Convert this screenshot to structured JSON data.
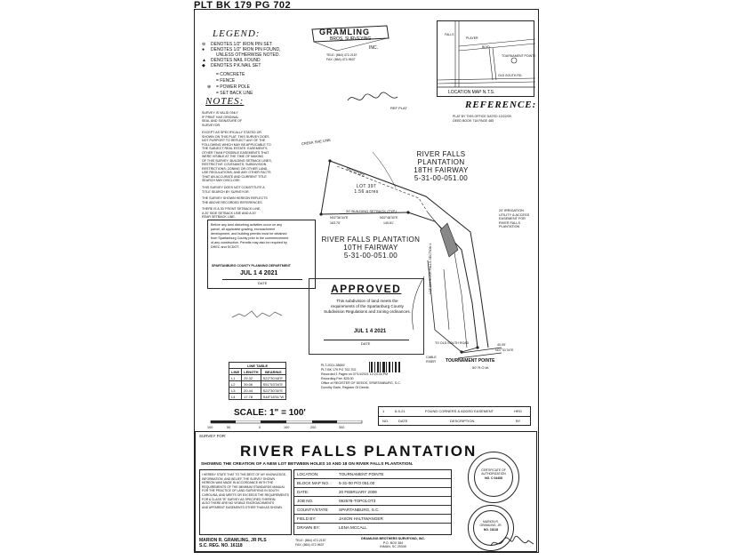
{
  "header": {
    "plat_ref": "PLT BK 179 PG 702"
  },
  "legend": {
    "title": "LEGEND:",
    "items": [
      "DENOTES 1/2\" IRON PIN SET",
      "DENOTES 1/2\" IRON PIN FOUND,",
      "UNLESS OTHERWISE NOTED.",
      "DENOTES NAIL FOUND",
      "DENOTES P.K.NAIL SET",
      "= CONCRETE",
      "= FENCE",
      "= POWER POLE",
      "= SET BACK LINE"
    ]
  },
  "company_logo": {
    "name": "GRAMLING",
    "sub": "BROS. SURVEYING",
    "suffix": "INC.",
    "tel": "TELE: (864) 472-2157",
    "fax": "FAX: (864) 472-9637"
  },
  "location_map": {
    "caption": "LOCATION MAP N.T.S.",
    "labels": [
      "PLAYER",
      "BLVD.",
      "FALLS",
      "TOURNAMENT POINTE",
      "OLD SOUTH RD."
    ]
  },
  "notes": {
    "title": "NOTES:",
    "paragraphs": [
      [
        "SURVEY IS VALID ONLY",
        "IF PRINT HAS ORIGINAL",
        "SEAL AND SIGNATURE OF",
        "SURVEYOR."
      ],
      [
        "EXCEPT AS SPECIFICALLY STATED OR",
        "SHOWN ON THIS PLAT, THIS SURVEY DOES",
        "NOT PURPORT TO REFLECT ANY OF THE",
        "FOLLOWING WHICH MAY BE APPLICABLE TO",
        "THE SUBJECT REAL ESTATE: EASEMENTS,",
        "OTHER THAN POSSIBLE EASEMENTS THAT",
        "WERE VISIBLE AT THE TIME OF MAKING",
        "OF THIS SURVEY; BUILDING SETBACK LINES,",
        "RESTRICTIVE COVENANTS; SUBDIVISION",
        "RESTRICTIONS; ZONING OR OTHER LAND-",
        "USE REGULATIONS; AND ANY OTHER FACTS",
        "THAT AN ACCURATE AND CURRENT TITLE",
        "SEARCH MAY DISCLOSE."
      ],
      [
        "THIS SURVEY DOES NOT CONSTITUTE A",
        "TITLE SEARCH BY SURVEYOR."
      ],
      [
        "THE SURVEY SHOWN HEREON REFLECTS",
        "THE ABOVE RECORDED REFERENCES."
      ],
      [
        "THERE IS A 30' FRONT SETBACK LINE,",
        "A 20' SIDE SETBACK LINE AND A 20'",
        "REAR SETBACK LINE."
      ]
    ]
  },
  "ref_plat": "REF PLAT",
  "reference": {
    "title": "REFERENCE:",
    "lines": [
      "PLAT BY THIS OFFICE DATED 12/22/09.",
      "DEED BOOK 718 PAGE 485"
    ]
  },
  "parcels": {
    "fairway18": [
      "RIVER FALLS PLANTATION",
      "18TH FAIRWAY",
      "5-31-00-051.00"
    ],
    "fairway10": [
      "RIVER FALLS PLANTATION",
      "10TH FAIRWAY",
      "5-31-00-051.00"
    ],
    "lot": [
      "LOT 397",
      "1.56 acres"
    ],
    "lot118": [
      "LOT 118",
      "RIVER FALLS",
      "SECTION 4"
    ]
  },
  "plat_labels": {
    "creek": "CREEK SHE LINE",
    "setback": "20' BUILDING SETBACK (TYP.)",
    "brg_top": "N52°52'18\"E",
    "brg_bottom": "N02°36'34\"E",
    "dist_bottom1": "163.75'",
    "dist_bottom2": "145.61'",
    "brg_bottom2": "N02°48'30\"E",
    "road": "TOURNAMENT POINTE",
    "row": "50' R.O.W.",
    "to_old_south": "TO OLD SOUTH ROAD",
    "cable": "CABLE",
    "riser": "RISER",
    "corner_dist": "40.09'",
    "corner_brg": "N07°31'34\"E",
    "irrigation": [
      "20' IRRIGATION",
      "UTILITY & ACCESS",
      "EASEMENT FOR",
      "RIVER FALLS",
      "PLANTATION"
    ]
  },
  "county_stamp": {
    "lines": [
      "Before any land disturbing activities occur on any",
      "parcel, all applicable grading, encroachment",
      "development, and building permits must be obtained",
      "from Spartanburg County prior to the commencement",
      "of any construction. Permits may also be required by",
      "DHEC and SCDOT."
    ],
    "dept": "SPARTANBURG COUNTY PLANNING DEPARTMENT",
    "date_stamp": "JUL 1 4 2021",
    "date_label": "DATE"
  },
  "approved_stamp": {
    "title": "APPROVED",
    "text": [
      "This subdivision of land meets the",
      "requirements of the Spartanburg County",
      "Subdivision Regulations and zoning ordinances."
    ],
    "date_stamp": "JUL 1 4 2021",
    "date_label": "DATE"
  },
  "line_table": {
    "title": "LINE TABLE",
    "headers": [
      "LINE",
      "LENGTH",
      "BEARING"
    ],
    "rows": [
      [
        "L1",
        "25.32",
        "S22°30'48\"E"
      ],
      [
        "L2",
        "39.06",
        "S51°53'34\"E"
      ],
      [
        "L3",
        "20.44",
        "S22°30'30\"E"
      ],
      [
        "L4",
        "17.78",
        "S48°18'51\"W"
      ]
    ]
  },
  "recording": {
    "lines": [
      "PLT-2021-38659",
      "PLT BK 179 PG 702-702",
      "Recorded 1 Pages on 07/14/2021 12:23:33 PM",
      "Recording Fee: $25.00",
      "Office of REGISTER OF DEEDS, SPARTANBURG, S.C.",
      "Dorothy Earle, Register Of Deeds"
    ]
  },
  "revision": {
    "row": [
      "1",
      "6-9-21",
      "FOUND CORNERS & ADDED EASEMENT",
      "HRG"
    ],
    "headers": [
      "NO.",
      "DATE",
      "DESCRIPTION",
      "BY"
    ]
  },
  "scale": {
    "label": "SCALE:  1\" = 100'",
    "ticks": [
      "100",
      "50",
      "0",
      "100",
      "200",
      "300"
    ]
  },
  "title_block": {
    "survey_for": "SURVEY FOR:",
    "title": "RIVER FALLS PLANTATION",
    "subtitle": "SHOWING THE CREATION OF A NEW LOT BETWEEN HOLES 10 AND 18 ON RIVER FALLS PLANTATION.",
    "cert": [
      "I HEREBY STATE THAT TO THE BEST OF MY KNOWLEDGE,",
      "INFORMATION, AND BELIEF, THE SURVEY SHOWN",
      "HEREON WAS MADE IN ACCORDANCE WITH THE",
      "REQUIREMENTS OF THE MINIMUM STANDARDS MANUAL",
      "FOR THE PRACTICE OF LAND SURVEYING IN SOUTH",
      "CAROLINA, AND MEETS OR EXCEEDS THE REQUIREMENTS",
      "FOR A CLASS \"B\" SURVEY AS SPECIFIED THEREIN;",
      "ALSO THERE ARE NO VISIBLE ENCROACHMENTS",
      "AND APPARENT EASEMENTS OTHER THAN AS SHOWN."
    ],
    "fields": [
      {
        "label": "LOCATION:",
        "value": "TOURNAMENT POINTE"
      },
      {
        "label": "BLOCK MAP NO. :",
        "value": "5-31-00 P/O 051.00"
      },
      {
        "label": "DATE:",
        "value": "20 FEBRUARY 2009"
      },
      {
        "label": "JOB NO.",
        "value": "092678-TOPOLOT3"
      },
      {
        "label": "COUNTY/STATE",
        "value": "SPARTANBURG, S.C."
      },
      {
        "label": "FIELD BY:",
        "value": "JASON HALTIWANGER"
      },
      {
        "label": "DRAWN BY:",
        "value": "LENA MCCALL"
      }
    ],
    "surveyor": [
      "MARION R. GRAMLING, JR PLS",
      "S.C. REG. NO. 16118"
    ],
    "contact": [
      "TELE: (864) 472-2157",
      "FAX: (864) 472-9637"
    ],
    "company": [
      "GRAMLING BROTHERS SURVEYING, INC.",
      "P.O. BOX 384",
      "INMAN, SC 29349"
    ]
  },
  "seals": {
    "top": [
      "CERTIFICATE OF",
      "AUTHORIZATION",
      "NO. C 04408"
    ],
    "bottom": [
      "MARION R.",
      "GRAMLING, JR.",
      "NO. 16118"
    ]
  }
}
